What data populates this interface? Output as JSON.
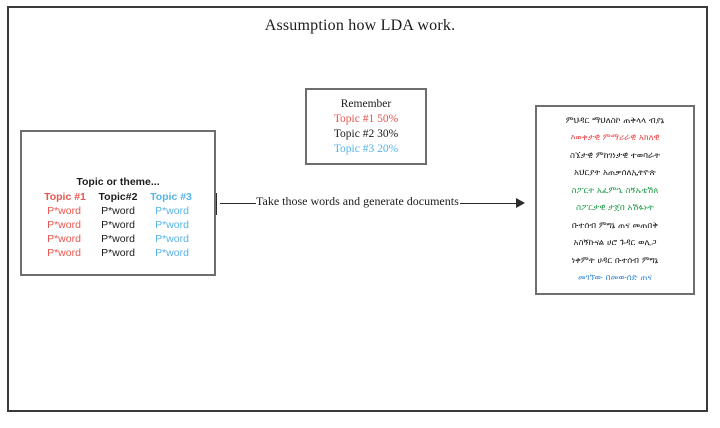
{
  "figure": {
    "title": "Assumption how LDA work."
  },
  "topics_box": {
    "caption": "Topic or theme...",
    "headers": [
      "Topic #1",
      "Topic#2",
      "Topic #3"
    ],
    "rows": [
      [
        "P*word",
        "P*word",
        "P*word"
      ],
      [
        "P*word",
        "P*word",
        "P*word"
      ],
      [
        "P*word",
        "P*word",
        "P*word"
      ],
      [
        "P*word",
        "P*word",
        "P*word"
      ]
    ],
    "column_colors": [
      "#e8564f",
      "#1c1c1c",
      "#57b4e8"
    ]
  },
  "remember_box": {
    "title": "Remember",
    "items": [
      {
        "label": "Topic #1 50%",
        "color": "#e8564f"
      },
      {
        "label": "Topic #2 30%",
        "color": "#1c1c1c"
      },
      {
        "label": "Topic #3 20%",
        "color": "#57b4e8"
      }
    ]
  },
  "connector": {
    "label": "Take those words and generate documents"
  },
  "documents_box": {
    "lines": [
      {
        "text": "ምህዳር ማህለስኮ ጠቅላላ ብያኔ",
        "color": "#1c1c1c"
      },
      {
        "text": "እወቀታዊ ምማሪራዊ አክለዊ",
        "color": "#ef4b4b"
      },
      {
        "text": "ስኜታዊ ምከገነታዊ ተወባራት",
        "color": "#1c1c1c"
      },
      {
        "text": "አህርያት አጠቃሰለኢትዮጵ",
        "color": "#1c1c1c"
      },
      {
        "text": "ስፖርት አፈምኄ ስኝኡቴሽጰ",
        "color": "#27a050"
      },
      {
        "text": "ስፖርታዊ ታጀበ አሽፋኑት",
        "color": "#27a050"
      },
      {
        "text": "ቡተሰብ ምግኔ ጠና መጠበቅ",
        "color": "#1c1c1c"
      },
      {
        "text": "አስኝኩናል ሀሮ ጉዳር ወሊጋ",
        "color": "#1c1c1c"
      },
      {
        "text": "ነቀምት ሀዳር ቡተሰብ ምግኔ",
        "color": "#1c1c1c"
      },
      {
        "text": "መገኘው በመውሰድ ጠና",
        "color": "#3f8fd8"
      }
    ]
  }
}
